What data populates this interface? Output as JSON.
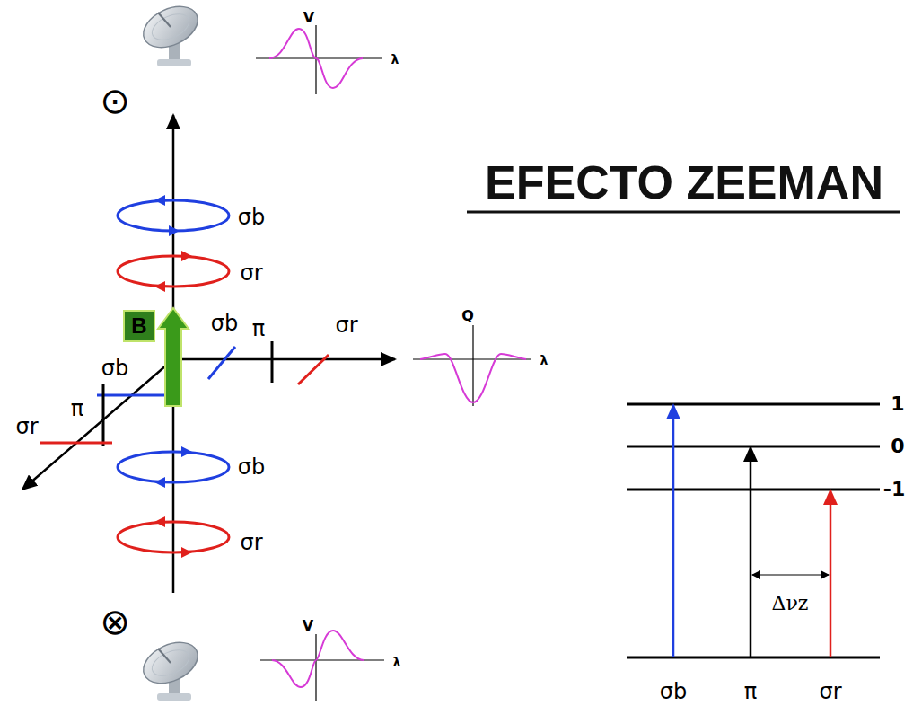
{
  "diagram": {
    "title": "EFECTO ZEEMAN",
    "nodes": [
      {
        "text": [
          "B"
        ]
      }
    ],
    "labels": [
      "V",
      "λ",
      "⊙",
      "σb",
      "σr",
      "σb",
      "π",
      "σr",
      "Q",
      "λ",
      "σb",
      "π",
      "σr",
      "σb",
      "σr",
      "⊗",
      "V",
      "λ",
      "1",
      "0",
      "-1",
      "Δνz",
      "σb",
      "π",
      "σr"
    ]
  }
}
